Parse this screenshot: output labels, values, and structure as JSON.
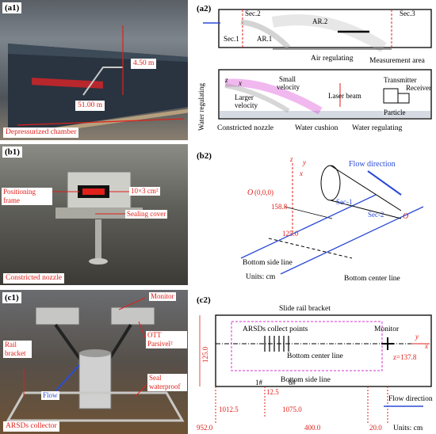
{
  "panels": {
    "a1": {
      "tag": "(a1)",
      "height": "4.50 m",
      "length": "51.00 m",
      "caption": "Depressurized chamber"
    },
    "b1": {
      "tag": "(b1)",
      "frame": "Positioning frame",
      "area": "10×3 cm²",
      "cover": "Sealing cover",
      "caption": "Constricted nozzle"
    },
    "c1": {
      "tag": "(c1)",
      "monitor": "Monitor",
      "ott": "OTT Parsivel²",
      "rail": "Rail bracket",
      "flow": "Flow",
      "seal": "Seal waterproof",
      "caption": "ARSDs collector"
    },
    "a2": {
      "tag": "(a2)",
      "sec1": "Sec.1",
      "sec2": "Sec.2",
      "sec3": "Sec.3",
      "ar1": "AR.1",
      "ar2": "AR.2",
      "air": "Air regulating",
      "measurement": "Measurement area",
      "water_reg_v": "Water regulating",
      "z": "z",
      "x": "x",
      "small": "Small",
      "velocity": "velocity",
      "larger": "Larger",
      "laser": "Laser beam",
      "transmitter": "Transmitter",
      "receiver": "Receiver",
      "particle": "Particle",
      "nozzle": "Constricted nozzle",
      "cushion": "Water cushion",
      "water_reg": "Water regulating"
    },
    "b2": {
      "tag": "(b2)",
      "origin_o": "O",
      "origin": " (0,0,0)",
      "z": "z",
      "y": "y",
      "x": "x",
      "flow_dir": "Flow direction",
      "sec1": "Sec-1",
      "sec2": "Sec-2",
      "o": "O",
      "v158": "158.8",
      "v125": "125.0",
      "bottom_side": "Bottom side line",
      "bottom_center": "Bottom center line",
      "units": "Units: cm"
    },
    "c2": {
      "tag": "(c2)",
      "slide_rail": "Slide rail bracket",
      "arsds": "ARSDs collect points",
      "monitor": "Monitor",
      "y": "y",
      "x": "x",
      "v125": "125.0",
      "z": "z=137.8",
      "center": "Bottom center line",
      "side": "Bottom side line",
      "n1": "1#",
      "n6": "6#",
      "v12_5": "12.5",
      "v1012": "1012.5",
      "v1075": "1075.0",
      "v952": "952.0",
      "v400": "400.0",
      "v20": "20.0",
      "flow_dir": "Flow direction",
      "units": "Units: cm"
    }
  },
  "colors": {
    "red": "#e0201a",
    "blue": "#2b4bd6",
    "magenta": "#d733d0",
    "green": "#1e9d3a"
  }
}
